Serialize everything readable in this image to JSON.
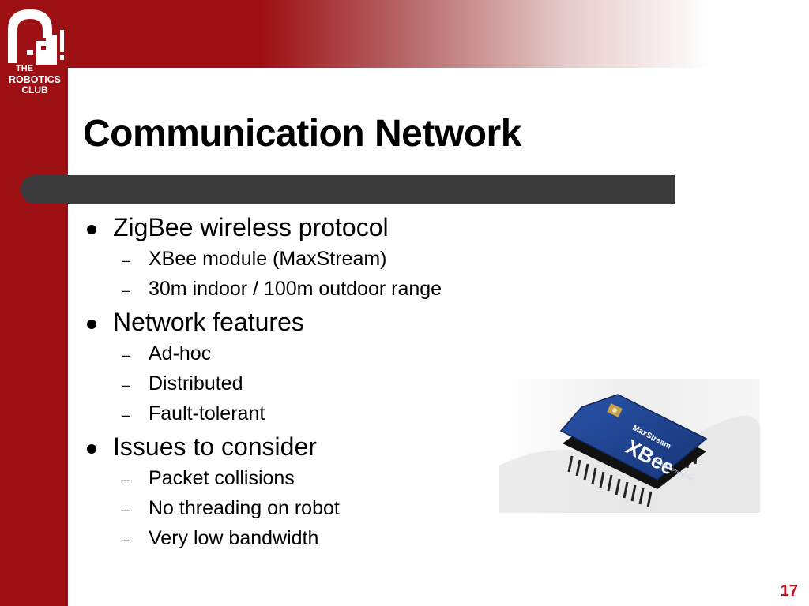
{
  "logo": {
    "the": "THE",
    "robotics": "ROBOTICS",
    "club": "CLUB"
  },
  "title": "Communication Network",
  "bullets": [
    {
      "text": "ZigBee wireless protocol",
      "sub": [
        "XBee module (MaxStream)",
        "30m indoor / 100m outdoor range"
      ]
    },
    {
      "text": "Network features",
      "sub": [
        "Ad-hoc",
        "Distributed",
        "Fault-tolerant"
      ]
    },
    {
      "text": "Issues to consider",
      "sub": [
        "Packet collisions",
        "No threading on robot",
        "Very low bandwidth"
      ]
    }
  ],
  "image": {
    "brand_top": "MaxStream",
    "brand_main": "XBee",
    "url_text": "www.maxstream.net"
  },
  "page_number": "17",
  "colors": {
    "frame_red": "#9c0f12",
    "title_bar": "#3a3a3a",
    "page_number": "#c0141a",
    "module_blue": "#1f3f8f"
  }
}
